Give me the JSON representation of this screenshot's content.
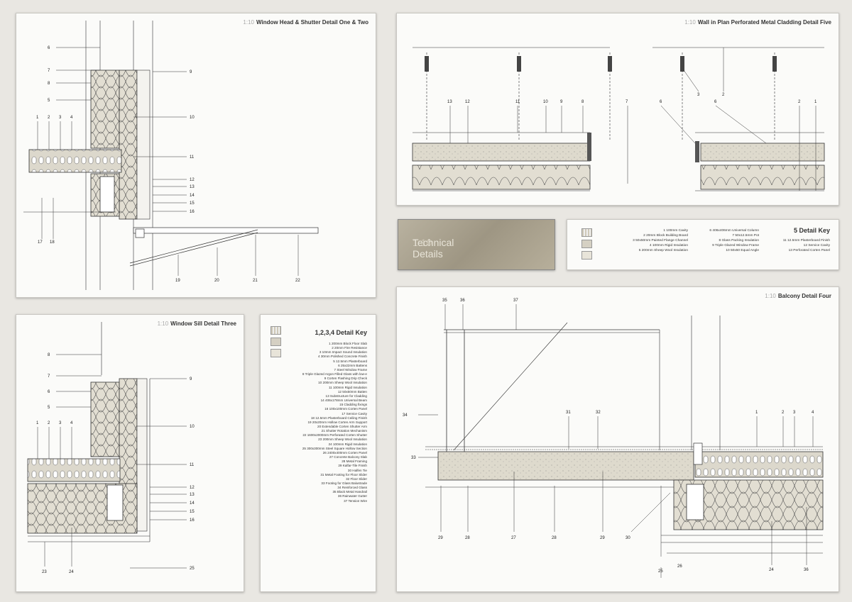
{
  "banner": {
    "scale": "1:10",
    "title": "Technical Details"
  },
  "panels": {
    "p1": {
      "scale": "1:10",
      "title": "Window Head & Shutter Detail One & Two"
    },
    "p2": {
      "scale": "1:10",
      "title": "Wall in Plan Perforated Metal Cladding Detail Five"
    },
    "p3": {
      "scale": "1:10",
      "title": "Window Sill Detail Three"
    },
    "p4": {
      "scale": "1:10",
      "title": "Balcony Detail Four"
    }
  },
  "key1234": {
    "title": "1,2,3,4 Detail Key",
    "items": [
      "1 200mm Block Floor Slab",
      "2 20mm Fire Resistance",
      "3 10mm Impact Sound Insulation",
      "4 30mm Polished Concrete Finish",
      "5 12.5mm Plasterboard",
      "6 25x22mm Battens",
      "7 Steel Window Frame",
      "8 Triple Glazed Argon Filled Glass with low-e",
      "9 Corten Flashing Drip Check",
      "10 200mm Sheep Wool Insulation",
      "11 100mm Rigid Insulation",
      "12 50x50mm Batten",
      "13 Substructure for Cladding",
      "14 406x178mm Universal Beam",
      "15 Cladding fixings",
      "16 100x100mm Corten Panel",
      "17 Service Cavity",
      "18 12.5mm Plasterboard Ceiling Finish",
      "19 20x20mm Hollow Corten Arm Support",
      "20 Extendable Corten Shutter Arm",
      "21 Shutter Rotation Mechanism",
      "22 1600x2000mm Perforated Corten Shutter",
      "23 200mm Sheep Wool Insulation",
      "24 100mm Rigid Insulation",
      "25 300x300mm Steel Square Hollow Section",
      "26 2400x400mm Corten Panel",
      "27 Concrete Balcony Slab",
      "28 Metal Framing",
      "29 Kalfar-Tile Finish",
      "30 Halfen Tie",
      "31 Metal Footing for Floor Slider",
      "32 Floor Slider",
      "33 Footing for Glass Balustrade",
      "34 Reinforced Glass",
      "35 Black Metal Handrail",
      "36 Rainwater Gutter",
      "37 Tension Wire"
    ]
  },
  "key5": {
    "title": "5 Detail Key",
    "col1": [
      "1 100mm Cavity",
      "2 20mm Block Building Board",
      "3 50x50mm Painted Flange Channel",
      "4 100mm Rigid Insulation",
      "5 200mm Sheep Wool Insulation"
    ],
    "col2": [
      "6 406x406mm Universal Column",
      "7 50x12.5mm Pot",
      "8 Glass Packing Insulation",
      "9 Triple Glazed Window Frame",
      "10 50x50 Equal Angle"
    ],
    "col3": [
      "11 12.5mm Plasterboard Finish",
      "12 Service Cavity",
      "13 Perforated Corten Panel"
    ]
  },
  "labels": {
    "p1": [
      "1",
      "2",
      "3",
      "4",
      "5",
      "6",
      "7",
      "8",
      "9",
      "10",
      "11",
      "12",
      "13",
      "14",
      "15",
      "16",
      "17",
      "18",
      "19",
      "20",
      "21",
      "22"
    ],
    "p2": [
      "13",
      "12",
      "11",
      "10",
      "9",
      "8",
      "7",
      "6",
      "2",
      "1",
      "6",
      "3",
      "2"
    ],
    "p3": [
      "1",
      "2",
      "3",
      "4",
      "5",
      "6",
      "7",
      "8",
      "9",
      "10",
      "11",
      "12",
      "13",
      "14",
      "15",
      "16",
      "23",
      "24",
      "25"
    ],
    "p4": [
      "35",
      "36",
      "37",
      "34",
      "33",
      "32",
      "31",
      "1",
      "2",
      "3",
      "4",
      "29",
      "28",
      "26",
      "27",
      "28",
      "29",
      "30",
      "25",
      "24",
      "36"
    ]
  },
  "colors": {
    "insulation": "#e2ded2",
    "concrete": "#dcd8cc",
    "line": "#333333"
  }
}
